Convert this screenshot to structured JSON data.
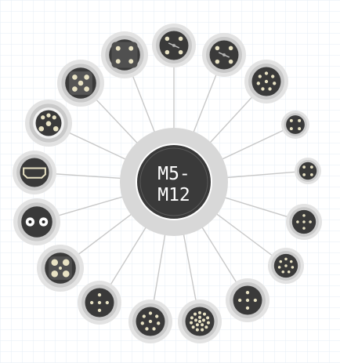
{
  "hub": {
    "label_line1": "M5-",
    "label_line2": "M12"
  },
  "colors": {
    "background": "#ffffff",
    "grid": "#e6eef4",
    "spoke": "#c8c8c8",
    "ring_light": "#d5d5d5",
    "ring_outer": "#e3e3e3",
    "connector_body": "#3a3a3a",
    "contact": "#e8e2c4"
  },
  "connectors": [
    {
      "id": "top-left-4pin-square",
      "icon": "connector-4-square-icon"
    },
    {
      "id": "top-4pin-keyed",
      "icon": "connector-4-keyed-icon"
    },
    {
      "id": "top-right-4pin-keyed",
      "icon": "connector-4-keyed-icon"
    },
    {
      "id": "upper-right-8pin",
      "icon": "connector-8-pin-icon"
    },
    {
      "id": "right-small-4pin",
      "icon": "connector-4-small-icon"
    },
    {
      "id": "right-small-4pin-b",
      "icon": "connector-4-small-icon"
    },
    {
      "id": "right-5pin",
      "icon": "connector-5-pin-icon"
    },
    {
      "id": "lower-right-8pin",
      "icon": "connector-8-pin-icon"
    },
    {
      "id": "bottom-right-5pin",
      "icon": "connector-5-pin-icon"
    },
    {
      "id": "bottom-17pin",
      "icon": "connector-17-pin-icon"
    },
    {
      "id": "bottom-8pin",
      "icon": "connector-8-pin-icon"
    },
    {
      "id": "bottom-left-5pin",
      "icon": "connector-5-pin-icon"
    },
    {
      "id": "left-power-4pin",
      "icon": "connector-power-4-icon"
    },
    {
      "id": "left-2pin",
      "icon": "connector-2-pin-icon"
    },
    {
      "id": "left-usb",
      "icon": "connector-usb-icon"
    },
    {
      "id": "upper-left-mixed",
      "icon": "connector-mixed-icon"
    },
    {
      "id": "upper-left-5pin-square",
      "icon": "connector-5-square-icon"
    }
  ]
}
